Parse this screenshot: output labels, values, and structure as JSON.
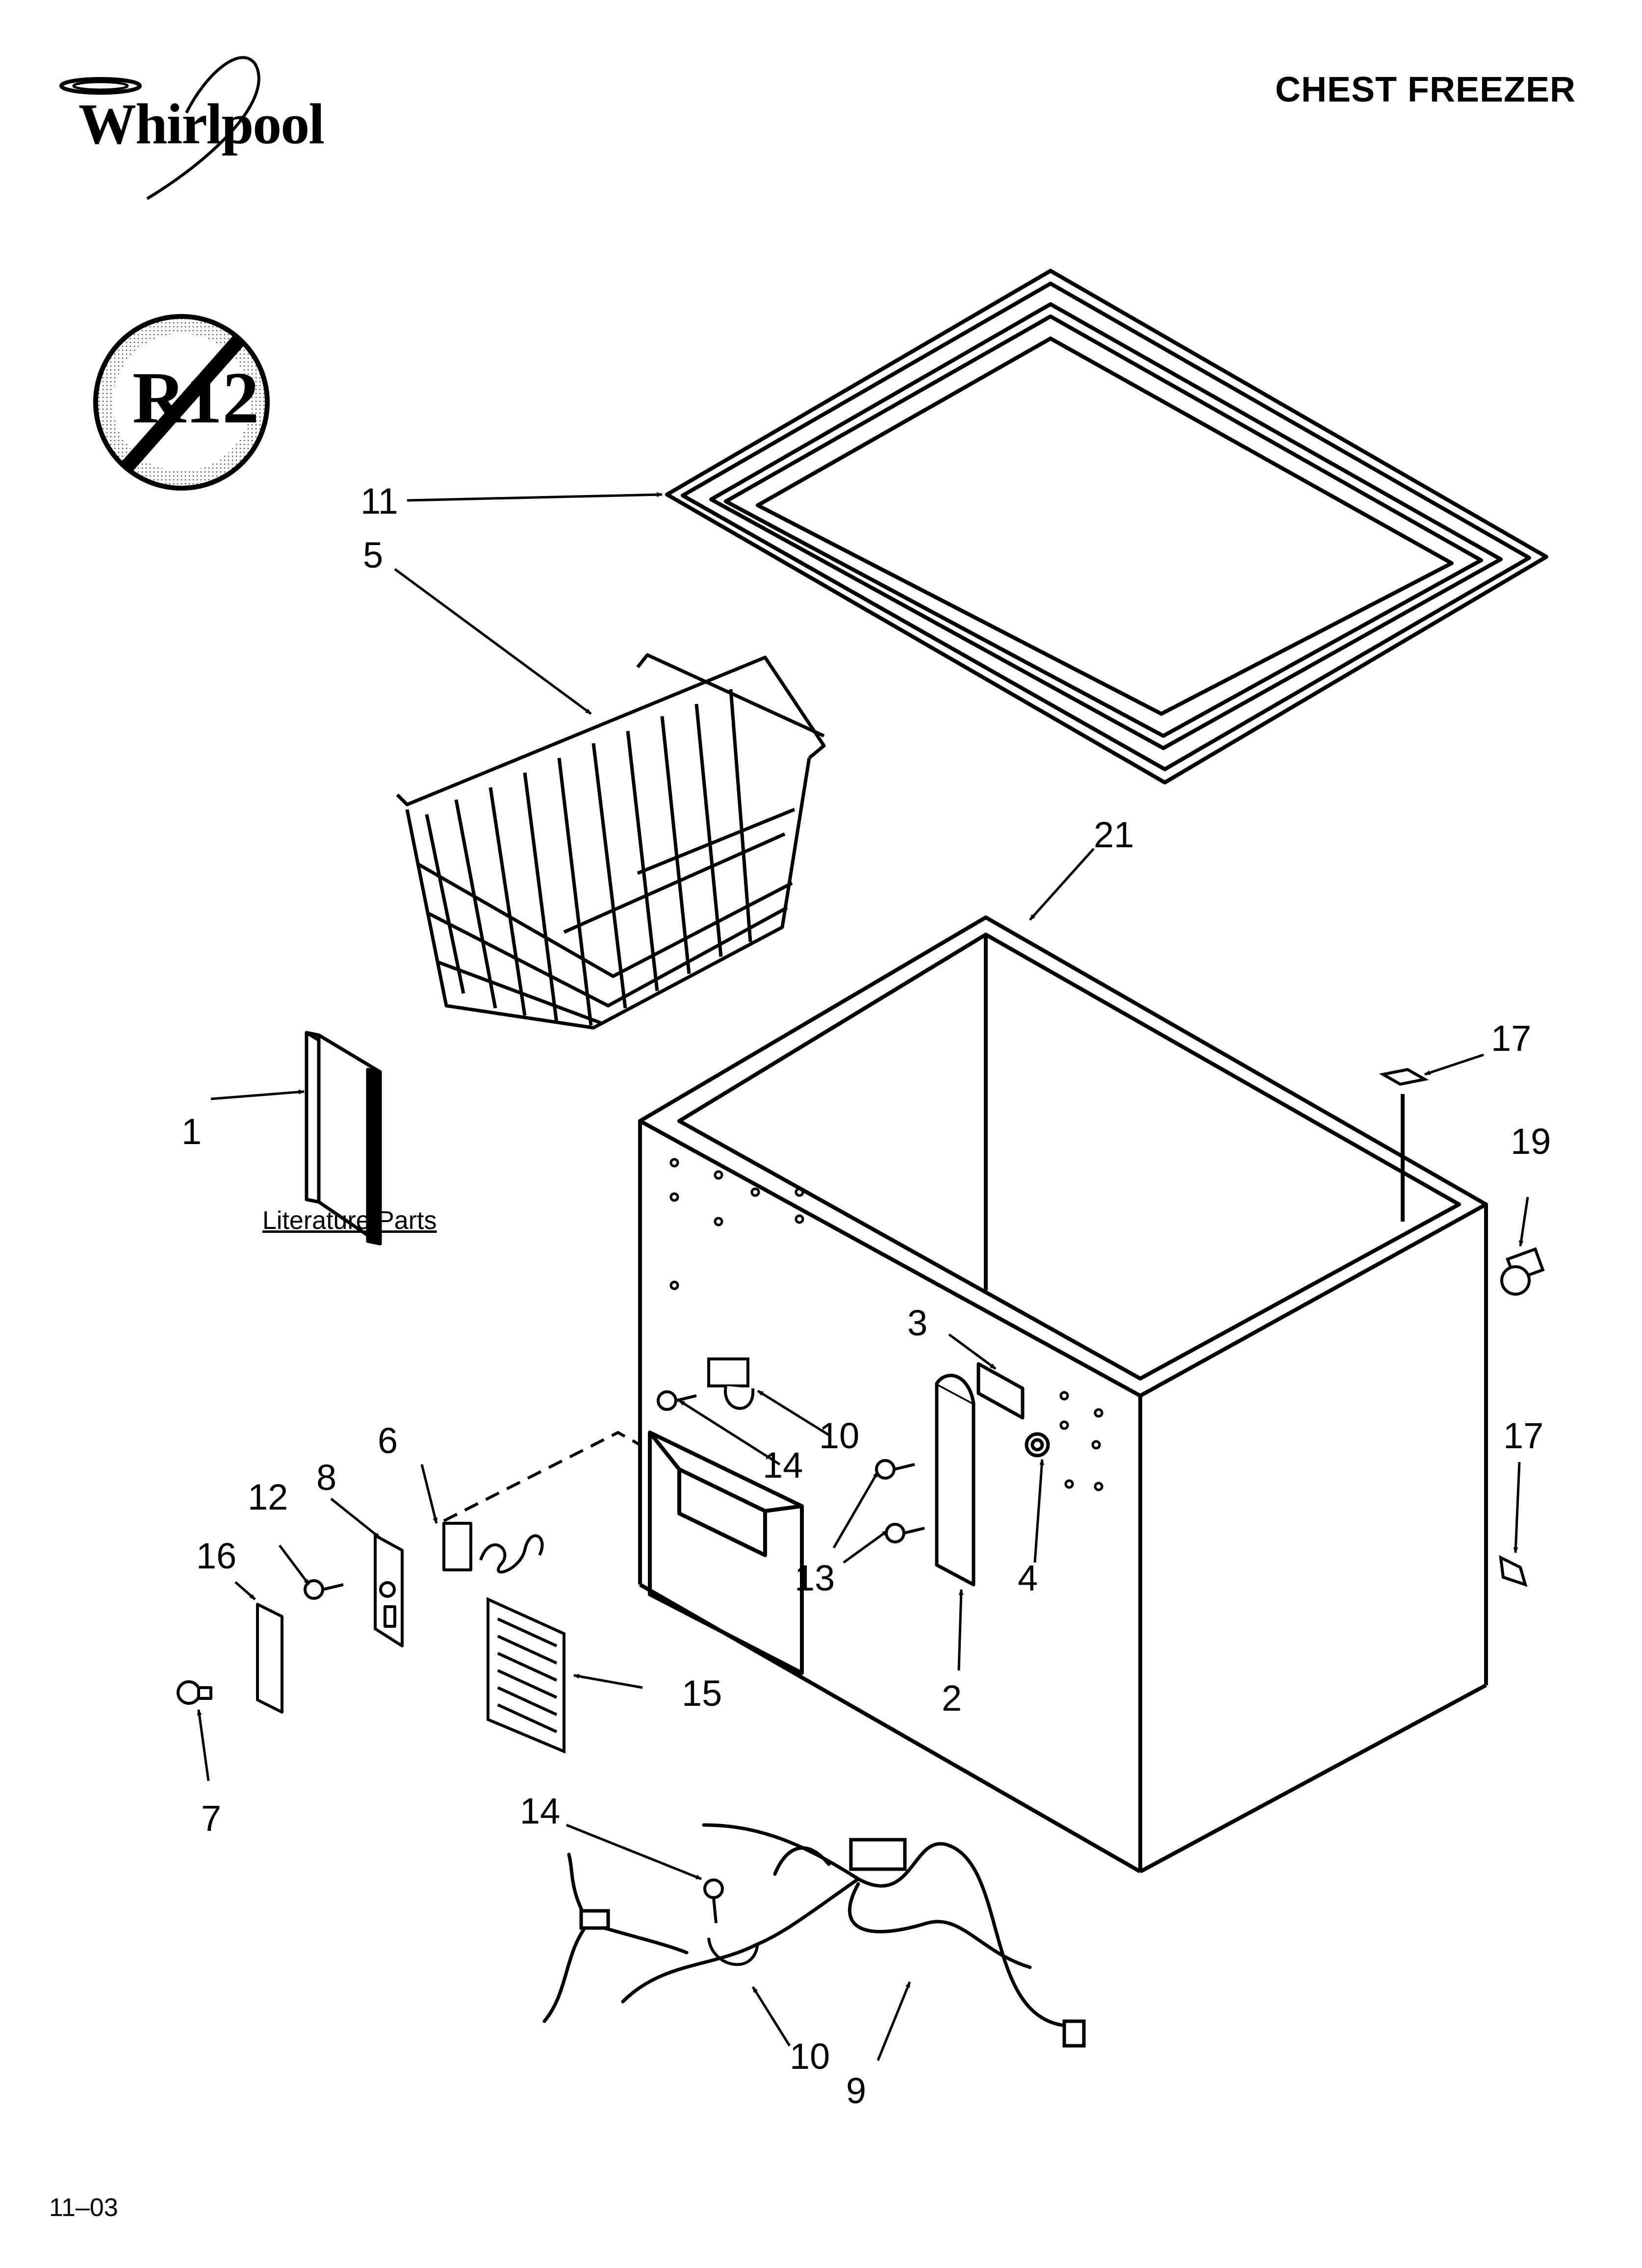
{
  "header": {
    "brand": "Whirlpool",
    "title": "CHEST FREEZER",
    "refrigerant_badge": "R12"
  },
  "footer": {
    "code": "11–03"
  },
  "labels": {
    "literature": "Literature Parts"
  },
  "callouts": [
    {
      "id": "c11",
      "text": "11"
    },
    {
      "id": "c5",
      "text": "5"
    },
    {
      "id": "c21",
      "text": "21"
    },
    {
      "id": "c17a",
      "text": "17"
    },
    {
      "id": "c19",
      "text": "19"
    },
    {
      "id": "c1",
      "text": "1"
    },
    {
      "id": "c3",
      "text": "3"
    },
    {
      "id": "c10a",
      "text": "10"
    },
    {
      "id": "c14a",
      "text": "14"
    },
    {
      "id": "c6",
      "text": "6"
    },
    {
      "id": "c8",
      "text": "8"
    },
    {
      "id": "c12",
      "text": "12"
    },
    {
      "id": "c16",
      "text": "16"
    },
    {
      "id": "c13",
      "text": "13"
    },
    {
      "id": "c4",
      "text": "4"
    },
    {
      "id": "c17b",
      "text": "17"
    },
    {
      "id": "c2",
      "text": "2"
    },
    {
      "id": "c15",
      "text": "15"
    },
    {
      "id": "c7",
      "text": "7"
    },
    {
      "id": "c14b",
      "text": "14"
    },
    {
      "id": "c10b",
      "text": "10"
    },
    {
      "id": "c9",
      "text": "9"
    }
  ]
}
